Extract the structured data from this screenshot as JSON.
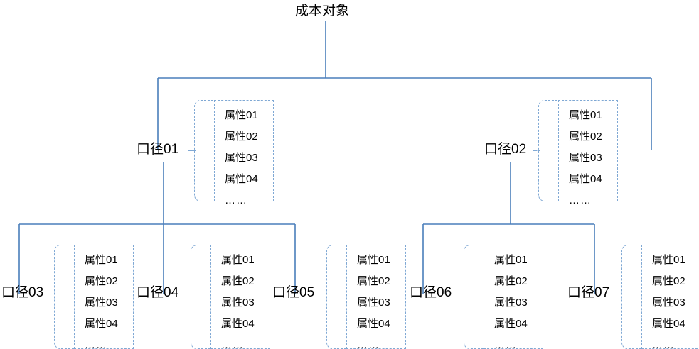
{
  "diagram": {
    "title": "成本对象",
    "line_color": "#4a7ebb",
    "dash_color": "#7fa8d4",
    "attribute_labels": {
      "a1": "属性01",
      "a2": "属性02",
      "a3": "属性03",
      "a4": "属性04",
      "more": "……"
    },
    "nodes": [
      {
        "id": "root",
        "label": "成本对象",
        "level": 0
      },
      {
        "id": "k01",
        "label": "口径01",
        "level": 1
      },
      {
        "id": "k02",
        "label": "口径02",
        "level": 1
      },
      {
        "id": "k03",
        "label": "口径03",
        "level": 2
      },
      {
        "id": "k04",
        "label": "口径04",
        "level": 2
      },
      {
        "id": "k05",
        "label": "口径05",
        "level": 2
      },
      {
        "id": "k06",
        "label": "口径06",
        "level": 2
      },
      {
        "id": "k07",
        "label": "口径07",
        "level": 2
      }
    ]
  }
}
